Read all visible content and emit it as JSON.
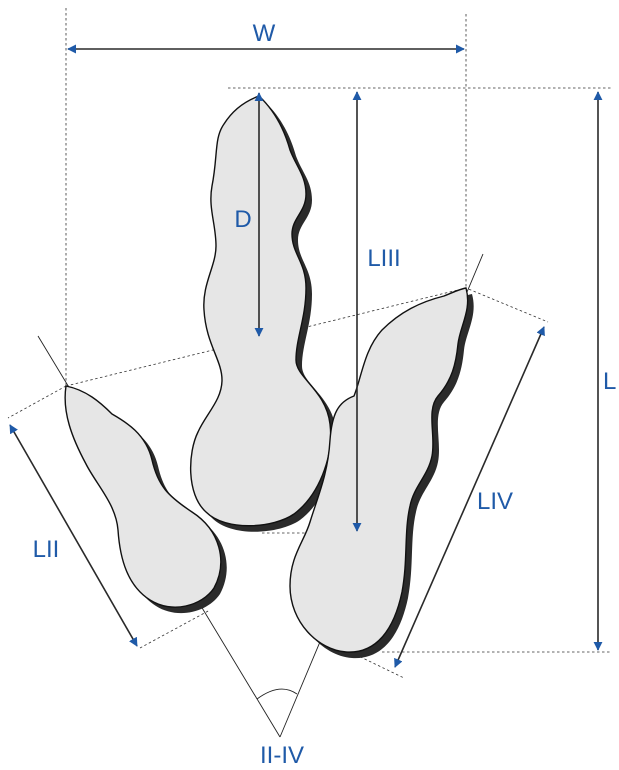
{
  "diagram": {
    "labels": {
      "width": "W",
      "length": "L",
      "digit_iii_length": "LIII",
      "digit_ii_length": "LII",
      "digit_iv_length": "LIV",
      "divarication": "II-IV",
      "projection": "D"
    },
    "colors": {
      "arrow": "#1f5aa8",
      "label": "#1f5aa8",
      "digit_fill": "#e6e6e6",
      "digit_shadow": "#2b2b2b"
    }
  }
}
